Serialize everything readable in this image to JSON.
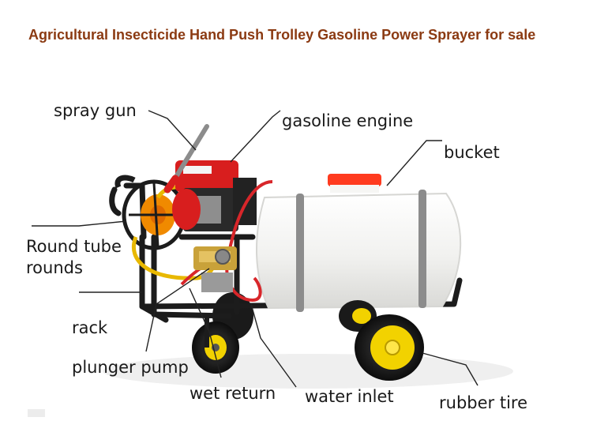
{
  "title": "Agricultural Insecticide Hand Push Trolley Gasoline Power Sprayer for sale",
  "labels": {
    "spray_gun": "spray gun",
    "gasoline_engine": "gasoline engine",
    "bucket": "bucket",
    "round_tube_line1": "Round tube",
    "round_tube_line2": "rounds",
    "rack": "rack",
    "plunger_pump": "plunger pump",
    "wet_return": "wet return",
    "water_inlet": "water inlet",
    "rubber_tire": "rubber tire"
  },
  "colors": {
    "title": "#8b3a12",
    "tank": "#f4f4f2",
    "cap": "#ff3b1f",
    "engine": "#d81e1e",
    "frame": "#1c1c1c",
    "hub": "#f2d200",
    "hose": "#e8b800"
  }
}
